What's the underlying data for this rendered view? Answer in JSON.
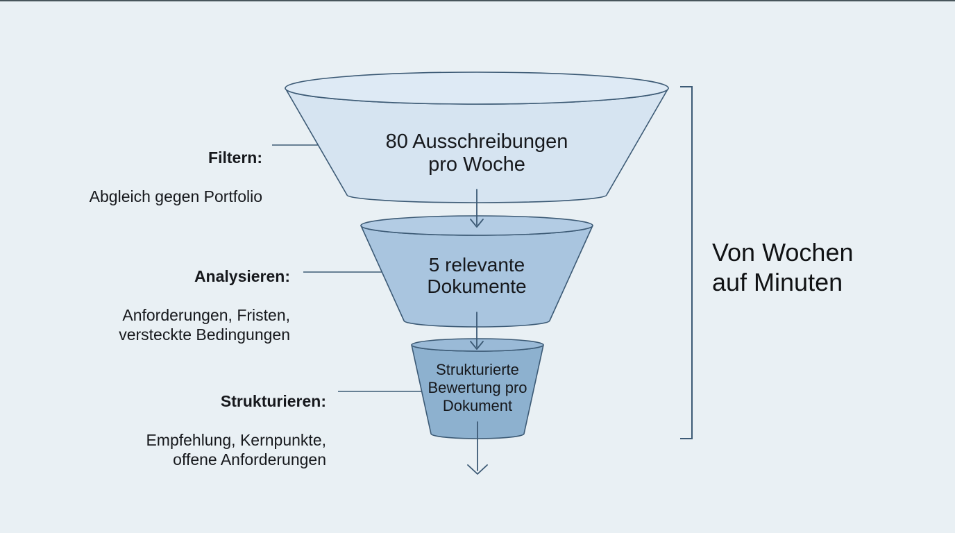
{
  "diagram": {
    "colors": {
      "background": "#e9f0f4",
      "stroke": "#3c5a75",
      "text": "#16181c",
      "stage1_fill": "#d6e4f1",
      "stage1_rim": "#deeaf5",
      "stage2_fill": "#a9c5df",
      "stage2_rim": "#b3cce4",
      "stage3_fill": "#8db1cf",
      "stage3_rim": "#9abad7"
    },
    "stages": [
      {
        "heading": "Filtern:",
        "detail": "Abgleich gegen Portfolio",
        "value": "80 Ausschreibungen\npro Woche"
      },
      {
        "heading": "Analysieren:",
        "detail": "Anforderungen, Fristen,\nversteckte Bedingungen",
        "value": "5 relevante\nDokumente"
      },
      {
        "heading": "Strukturieren:",
        "detail": "Empfehlung, Kernpunkte,\noffene Anforderungen",
        "value": "Strukturierte\nBewertung pro\nDokument"
      }
    ],
    "summary": "Von Wochen\nauf Minuten"
  }
}
